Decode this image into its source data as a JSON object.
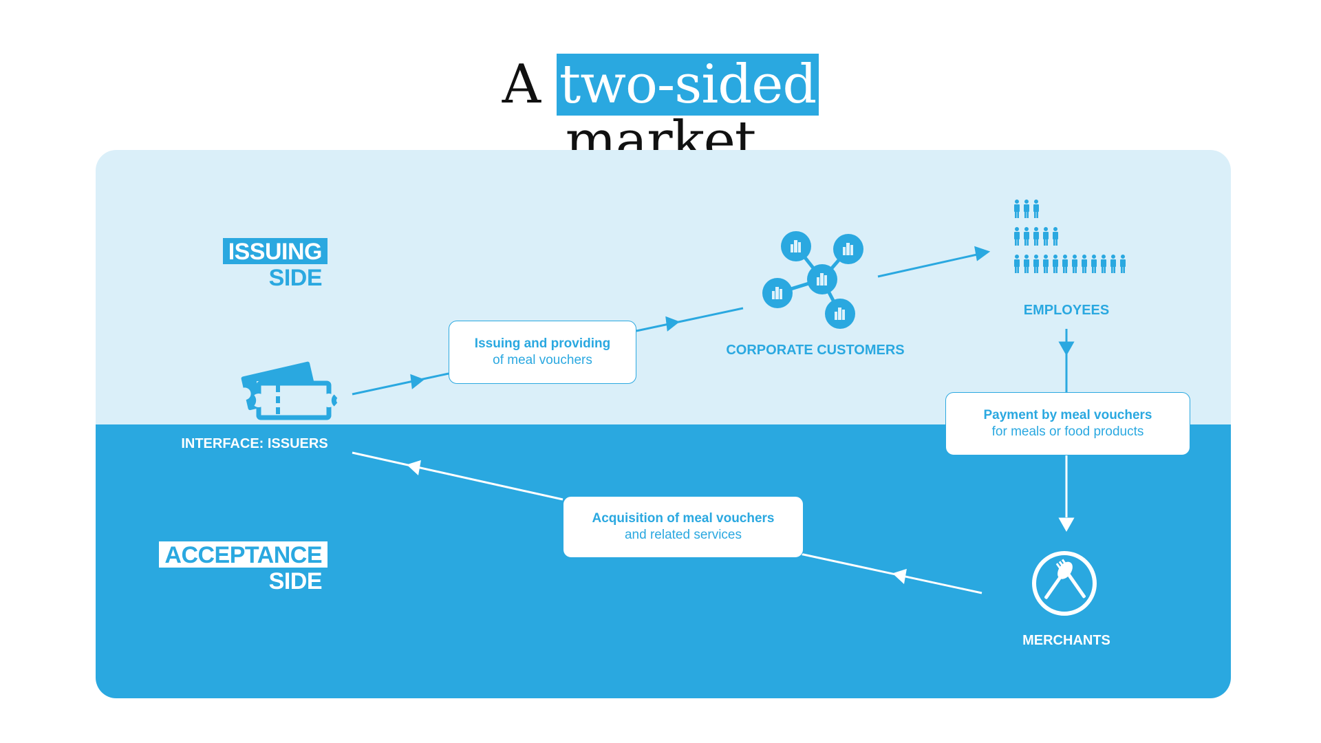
{
  "title": {
    "prefix": "A",
    "highlight": "two-sided",
    "line2": "market"
  },
  "sides": {
    "issuing": {
      "word1": "ISSUING",
      "word2": "SIDE"
    },
    "acceptance": {
      "word1": "ACCEPTANCE",
      "word2": "SIDE"
    }
  },
  "nodes": {
    "issuers": "INTERFACE: ISSUERS",
    "corporate": "CORPORATE CUSTOMERS",
    "employees": "EMPLOYEES",
    "merchants": "MERCHANTS"
  },
  "boxes": {
    "issuing": {
      "bold": "Issuing and providing",
      "normal": "of meal vouchers"
    },
    "payment": {
      "bold": "Payment by meal vouchers",
      "normal": "for meals or food products"
    },
    "acquisition": {
      "bold": "Acquisition of meal vouchers",
      "normal": "and related services"
    }
  },
  "colors": {
    "accent": "#2aa8e0",
    "light_panel": "#daeff9",
    "white": "#ffffff"
  },
  "icons": [
    "ticket-icon",
    "network-icon",
    "people-icon",
    "cutlery-icon"
  ]
}
